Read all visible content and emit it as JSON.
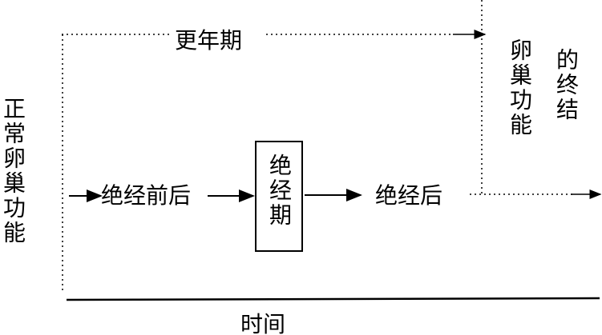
{
  "diagram": {
    "left_label": "正常卵巢功能",
    "climacteric_label": "更年期",
    "perimenopause_label": "绝经前后",
    "menopause_label": "绝经期",
    "postmenopause_label": "绝经后",
    "end_label_1": "卵巢功能",
    "end_label_2": "的终结",
    "time_axis_label": "时间"
  }
}
